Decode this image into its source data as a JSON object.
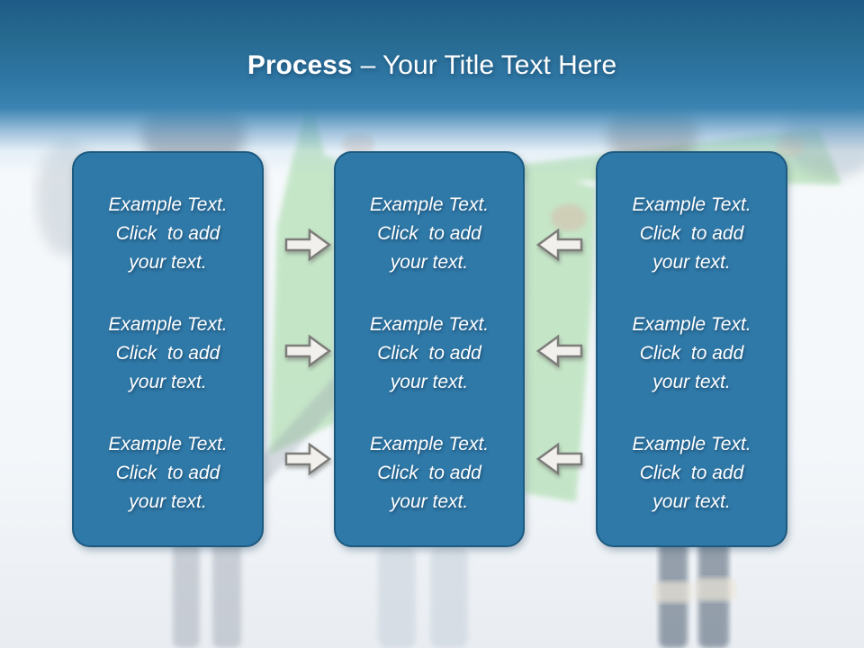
{
  "slide": {
    "title": {
      "emphasis": "Process",
      "rest": "– Your Title Text Here"
    }
  },
  "panels": [
    {
      "label": "left-process-panel",
      "blocks": [
        "Example Text.\nClick  to add\nyour text.",
        "Example Text.\nClick  to add\nyour text.",
        "Example Text.\nClick  to add\nyour text."
      ]
    },
    {
      "label": "middle-process-panel",
      "blocks": [
        "Example Text.\nClick  to add\nyour text.",
        "Example Text.\nClick  to add\nyour text.",
        "Example Text.\nClick  to add\nyour text."
      ]
    },
    {
      "label": "right-process-panel",
      "blocks": [
        "Example Text.\nClick  to add\nyour text.",
        "Example Text.\nClick  to add\nyour text.",
        "Example Text.\nClick  to add\nyour text."
      ]
    }
  ],
  "connectors": {
    "left_gap": {
      "direction": "right",
      "count": 3
    },
    "right_gap": {
      "direction": "left",
      "count": 3
    }
  },
  "colors": {
    "header_top": "#1e5c87",
    "header_bottom": "#3b84b2",
    "panel_fill": "#2f79a8",
    "panel_border": "#1d5a80",
    "panel_text": "#ffffff",
    "arrow_fill": "#f2f0ec",
    "arrow_border": "#7d7d7a",
    "background_green": "#a6daa6"
  }
}
